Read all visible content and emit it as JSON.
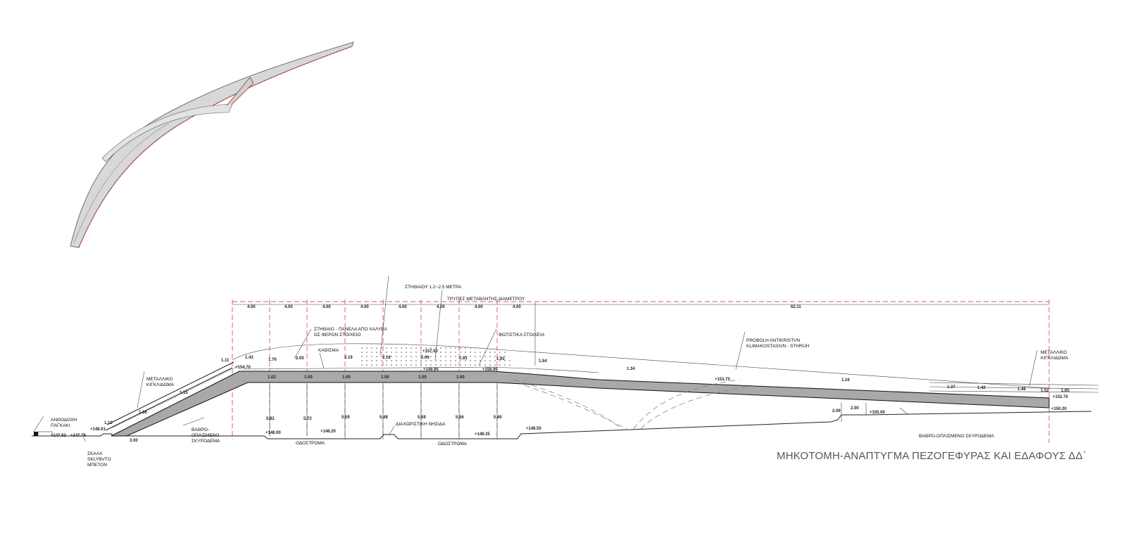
{
  "title": "ΜΗΚΟΤΟΜΗ-ΑΝΑΠΤΥΓΜΑ ΠΕΖΟΓΕΦΥΡΑΣ ΚΑΙ ΕΔΑΦΟΥΣ  ΔΔ΄",
  "dimensions": {
    "spans": [
      "4.00",
      "4.00",
      "4.00",
      "4.00",
      "4.00",
      "4.00",
      "4.00",
      "4.00"
    ],
    "total": "62.11",
    "canopy_heights": [
      "1.43",
      "1.76",
      "2.05",
      "2.19",
      "2.19",
      "2.06",
      "1.83",
      "1.65",
      "1.54",
      "1.34",
      "1.16",
      "1.37",
      "1.42",
      "1.48",
      "1.52",
      "1.65"
    ],
    "deck_depths": [
      "1.02",
      "1.00",
      "1.00",
      "1.00",
      "1.00",
      "1.00"
    ],
    "clearances": [
      "5.82",
      "5.72",
      "5.59",
      "5.48",
      "5.59",
      "5.56",
      "5.40",
      "2.09",
      "2.00"
    ],
    "stair": [
      "1.11",
      "1.15",
      "1.16",
      "1.13",
      "3.00"
    ]
  },
  "elevations": [
    "+147.62",
    "+147.79",
    "+148.01",
    "+154.70",
    "+157.50",
    "+149.95",
    "+156.90",
    "+148.00",
    "+148.20",
    "+148.35",
    "+148.55",
    "+153.70",
    "+155.00",
    "+150.20",
    "+152.70"
  ],
  "annotations": {
    "beam_height": "ΣΤΗΘΑΙΟΥ 1.2~2.5 ΜΕΤΡΑ",
    "holes": "ΤΡΥΠΕΣ ΜΕΤΑΒΛΗΤΗΣ ΔΙΑΜΕΤΡΟΥ",
    "parapet_1": "ΣΤΗΘΑΙΟ - ΠΑΝΕΛΑ ΑΠΟ ΧΑΛΥΒΑ",
    "parapet_2": "ΩΣ ΦΕΡΟΝ ΣΤΟΙΧΕΙΟ",
    "seating": "ΚΑΘΙΣΜΑ",
    "lighting": "ΦΩΤΙΣΤΙΚΑ ΣΤΟΙΧΕΙΑ",
    "projection_1": "PROBOLH ANTIKRISTVN",
    "projection_2": "KLIMAKOSTASIVN - STHRIJH",
    "railing_left_1": "ΜΕΤΑΛΛΙΚΟ",
    "railing_left_2": "ΚΙΓΚΛΙΔΩΜΑ",
    "railing_right_1": "ΜΕΤΑΛΛΙΚΟ",
    "railing_right_2": "ΚΙΓΚΛΙΔΩΜΑ",
    "planter_1": "ΑΝΘΟΔΟΧΗ",
    "planter_2": "ΠΑΓΚΑΚΙ",
    "stair_1": "ΣΚΑΛΑ",
    "stair_2": "SKLYBVTO",
    "stair_3": "ΜΠΕΤΟΝ",
    "concrete_left_1": "ΒΑΘΡΟ-",
    "concrete_left_2": "ΟΠΛΙΣΜΕΝΟ",
    "concrete_left_3": "ΣΚΥΡΟΔΕΜΑ",
    "concrete_right": "ΒΑΘΡΟ-ΟΠΛΙΣΜΕΝΟ ΣΚΥΡΟΔΕΜΑ",
    "road_1": "ΟΔΟΣΤΡΩΜΑ",
    "road_2": "ΟΔΟΣΤΡΩΜΑ",
    "median": "ΔΙΑΧΩΡΙΣΤΙΚΗ ΝΗΣΙΔΑ"
  },
  "colors": {
    "deck": "#a9a9a9",
    "axis": "#d9556a",
    "line": "#222222",
    "title": "#555555"
  }
}
